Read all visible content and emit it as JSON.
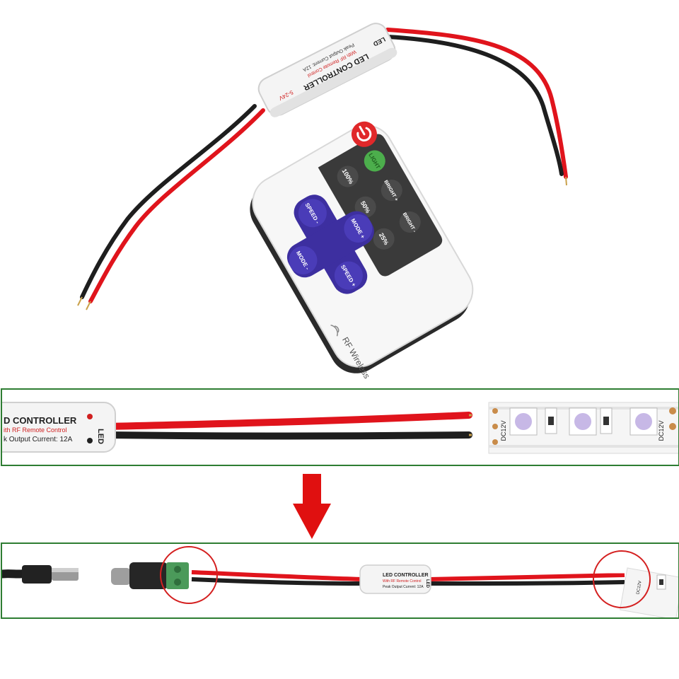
{
  "product": {
    "controller_label": "LED CONTROLLER",
    "controller_sub": "With RF Remote Control",
    "controller_rating": "Peak Output Current: 12A",
    "controller_voltage": "5-24V",
    "controller_led_side": "LED",
    "remote_brand": "RF Wireless"
  },
  "remote_buttons": {
    "power": "power-icon",
    "light": "LIGHT",
    "p100": "100%",
    "p50": "50%",
    "p25": "25%",
    "bright_plus": "BRIGHT +",
    "bright_minus": "BRIGHT -",
    "speed_minus": "SPEED -",
    "speed_plus": "SPEED +",
    "mode_plus": "MODE +",
    "mode_minus": "MODE -"
  },
  "panel_1": {
    "controller_label": "D CONTROLLER",
    "controller_sub": "ith RF Remote Control",
    "controller_rating": "k Output Current: 12A",
    "controller_side": "LED",
    "strip_voltage": "DC12V"
  },
  "panel_2": {
    "controller_label": "LED CONTROLLER",
    "controller_sub": "With RF Remote Control",
    "controller_rating": "Peak Output Current: 12A",
    "controller_side": "LED",
    "strip_voltage": "DC12V"
  },
  "colors": {
    "panel_border": "#2e7d32",
    "wire_red": "#e0141c",
    "wire_black": "#1e1e1e",
    "arrow_red": "#e01010",
    "circle_red": "#d42020",
    "remote_keypad": "#3a3a3a",
    "button_purple": "#3d2fa0",
    "button_green": "#4cae4c",
    "power_red": "#e0282a"
  }
}
